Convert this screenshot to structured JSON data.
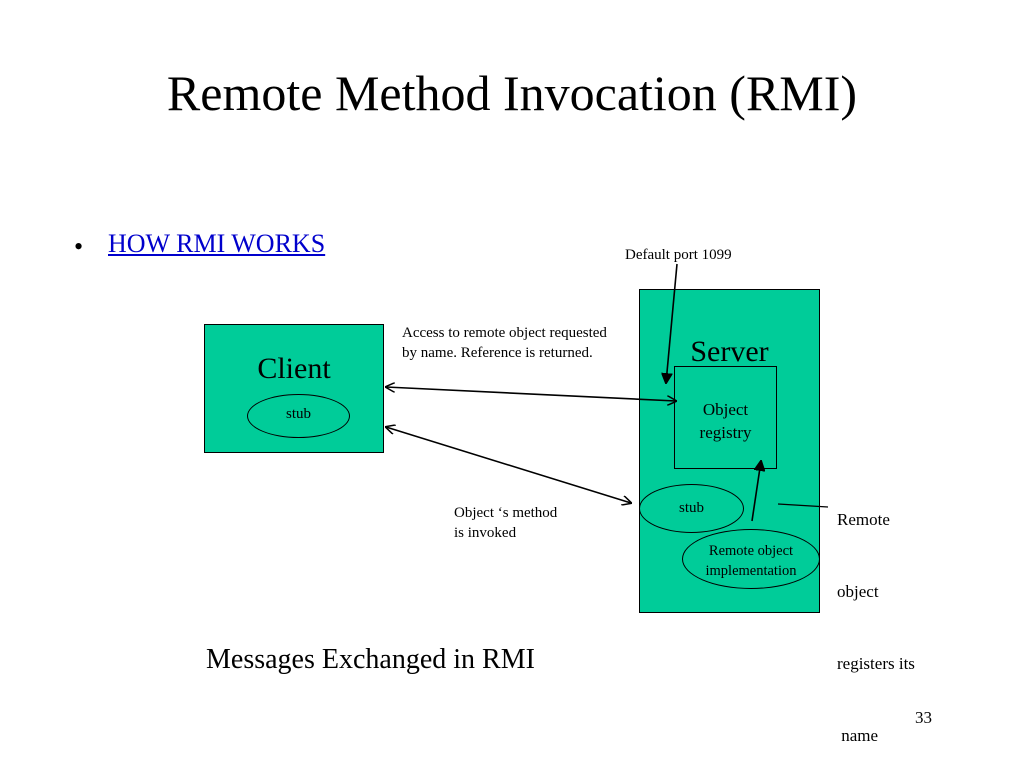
{
  "slide": {
    "title": "Remote Method Invocation (RMI)",
    "bullet_marker": "•",
    "bullet_link": "HOW RMI WORKS",
    "page_number": "33",
    "caption": "Messages Exchanged in RMI"
  },
  "diagram": {
    "client_label": "Client",
    "client_stub_label": "stub",
    "server_label": "Server",
    "registry_lines": [
      "Object",
      "registry"
    ],
    "server_stub_label": "stub",
    "impl_lines": [
      "Remote object",
      "implementation"
    ],
    "default_port": "Default port  1099",
    "access_lines": [
      "Access to remote object requested",
      "by name. Reference is returned."
    ],
    "method_lines": [
      "Object ‘s method",
      "is invoked"
    ],
    "registers_lines": [
      "Remote",
      "object",
      "registers its",
      " name"
    ],
    "box_color": "#00cc99",
    "link_color": "#0000cc"
  }
}
